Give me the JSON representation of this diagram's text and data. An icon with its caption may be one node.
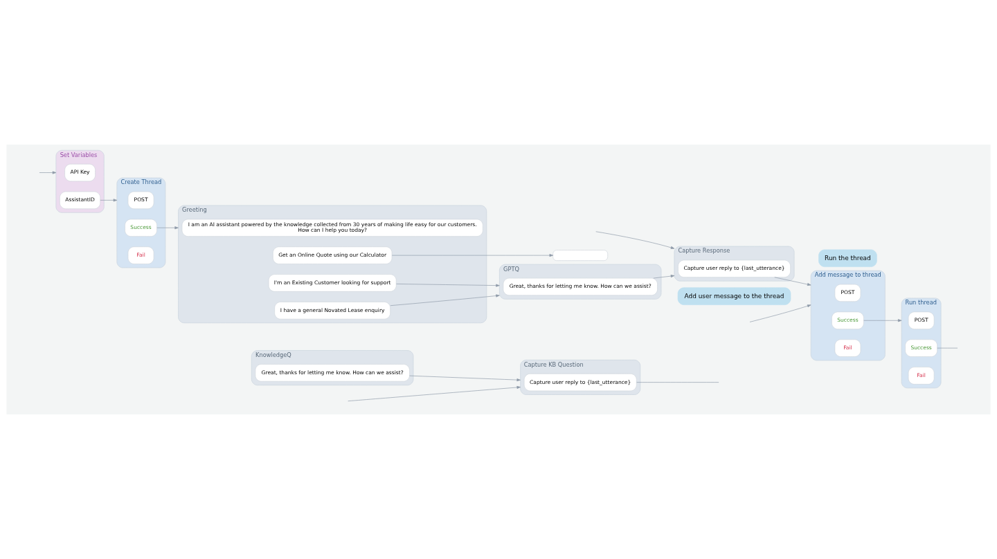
{
  "diagram": {
    "nodes": [
      {
        "text": [
          "Set Variables"
        ]
      },
      {
        "text": [
          "API Key"
        ],
        "in": 0
      },
      {
        "text": [
          "AssistantID"
        ],
        "in": 0
      },
      {
        "text": [
          "Create Thread"
        ]
      },
      {
        "text": [
          "POST"
        ],
        "in": 3
      },
      {
        "text": [
          "Success"
        ],
        "in": 3
      },
      {
        "text": [
          "Fail"
        ],
        "in": 3
      },
      {
        "text": [
          "Greeting"
        ]
      },
      {
        "text": [
          "I am an AI assistant powered by the knowledge collected from 30 years of making life easy for our customers.",
          "How can I help you today?"
        ],
        "in": 7
      },
      {
        "text": [
          "I have a general Novated Lease enquiry"
        ],
        "in": 7
      },
      {
        "text": [
          "I'm an Existing Customer looking for support"
        ],
        "in": 7
      },
      {
        "text": [
          "Get an Online Quote using our Calculator"
        ],
        "in": 7
      },
      {
        "text": [],
        "shape": "box"
      },
      {
        "text": [
          "Add user message to the thread"
        ]
      },
      {
        "text": [
          "Add message to thread"
        ]
      },
      {
        "text": [
          "POST"
        ],
        "in": 14
      },
      {
        "text": [
          "Success"
        ],
        "in": 14
      },
      {
        "text": [
          "Fail"
        ],
        "in": 14
      },
      {
        "text": [
          "Run the thread"
        ]
      },
      {
        "text": [
          "Run thread"
        ]
      },
      {
        "text": [
          "POST"
        ],
        "in": 19
      },
      {
        "text": [
          "Success"
        ],
        "in": 19
      },
      {
        "text": [
          "Fail"
        ],
        "in": 19
      },
      {
        "text": [
          "GPTQ"
        ]
      },
      {
        "text": [
          "Great, thanks for letting me know. How can we assist?"
        ],
        "in": 23
      },
      {
        "text": [
          "KnowledgeQ"
        ]
      },
      {
        "text": [
          "Great, thanks for letting me know. How can we assist?"
        ],
        "in": 25
      },
      {
        "text": [
          "Capture Response"
        ]
      },
      {
        "text": [
          "Capture user reply to {last_utterance}"
        ],
        "in": 27
      },
      {
        "text": [
          "Capture KB Question"
        ]
      },
      {
        "text": [
          "Capture user reply to {last_utterance}"
        ],
        "in": 29
      }
    ],
    "edges": [
      {
        "from": null,
        "to": 0,
        "arrow": "to"
      },
      {
        "from": 2,
        "to": 3,
        "arrow": "to"
      },
      {
        "from": 5,
        "to": 7,
        "arrow": "to"
      },
      {
        "from": 9,
        "to": 23,
        "arrow": "to"
      },
      {
        "from": 10,
        "to": 23,
        "arrow": "to"
      },
      {
        "from": 11,
        "to": 12,
        "arrow": "to"
      },
      {
        "from": 16,
        "to": 19,
        "arrow": "to"
      },
      {
        "from": 21,
        "to": null,
        "arrow": "none"
      },
      {
        "from": 24,
        "to": 27,
        "arrow": "to"
      },
      {
        "from": 28,
        "to": 14,
        "arrow": "to"
      },
      {
        "from": null,
        "to": 14,
        "arrow": "to"
      },
      {
        "from": null,
        "to": 27,
        "arrow": "to"
      },
      {
        "from": 26,
        "to": 29,
        "arrow": "to"
      },
      {
        "from": 30,
        "to": null,
        "arrow": "none"
      },
      {
        "from": null,
        "to": 29,
        "arrow": "to"
      }
    ]
  }
}
